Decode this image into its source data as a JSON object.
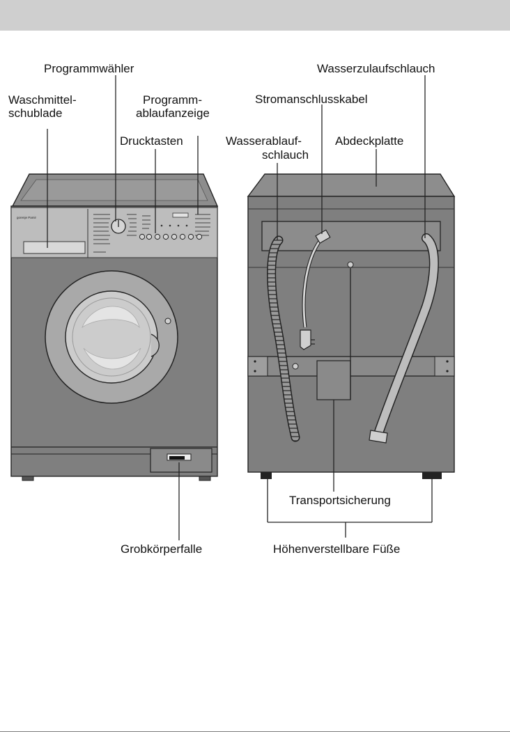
{
  "labels": {
    "programmwaehler": "Programmwähler",
    "wasserzulaufschlauch": "Wasserzulaufschlauch",
    "waschmittel_l1": "Waschmittel-",
    "waschmittel_l2": "schublade",
    "programm_l1": "Programm-",
    "programm_l2": "ablaufanzeige",
    "stromanschlusskabel": "Stromanschlusskabel",
    "drucktasten": "Drucktasten",
    "wasserablauf_l1": "Wasserablauf-",
    "wasserablauf_l2": "schlauch",
    "abdeckplatte": "Abdeckplatte",
    "transportsicherung": "Transportsicherung",
    "grobkoerperfalle": "Grobkörperfalle",
    "hoehenverstellbare_fuesse": "Höhenverstellbare Füße"
  },
  "colors": {
    "header_bar": "#cfcfcf",
    "machine_fill": "#7f7f7f",
    "panel_fill": "#bdbdbd",
    "door_fill": "#c9c9c9"
  }
}
